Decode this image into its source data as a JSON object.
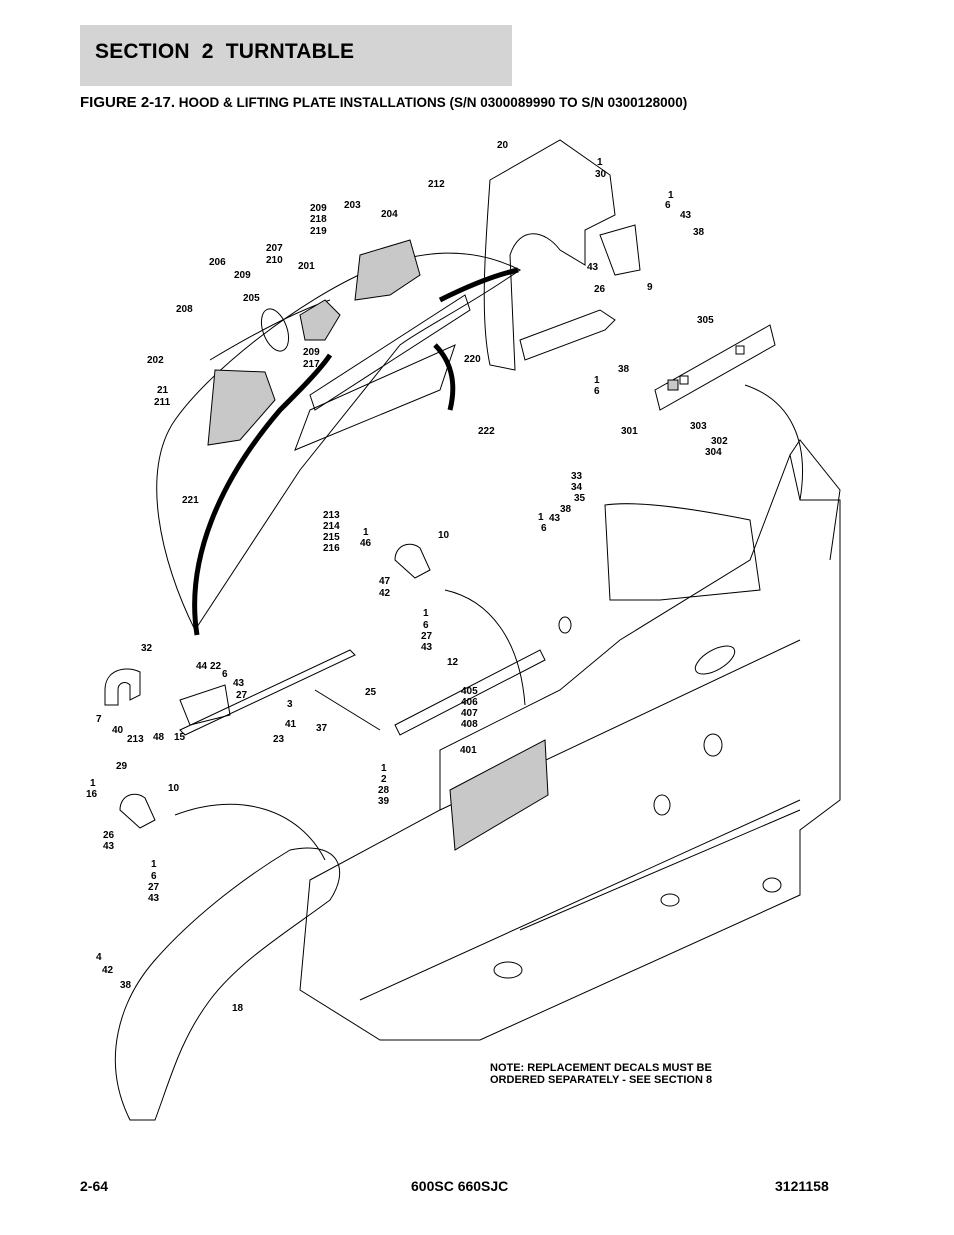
{
  "header": {
    "section_label": "SECTION 2   TURNTABLE",
    "figure_lead": "FIGURE 2-17.",
    "figure_title": "HOOD & LIFTING PLATE INSTALLATIONS (S/N 0300089990 TO S/N 0300128000)"
  },
  "note": {
    "line1": "NOTE: REPLACEMENT DECALS MUST BE",
    "line2": "ORDERED SEPARATELY - SEE SECTION 8"
  },
  "footer": {
    "page": "2-64",
    "model": "600SC 660SJC",
    "doc_number": "3121158"
  },
  "callouts": [
    "20",
    "1",
    "30",
    "1",
    "6",
    "43",
    "38",
    "43",
    "26",
    "9",
    "212",
    "209",
    "218",
    "219",
    "203",
    "204",
    "207",
    "210",
    "206",
    "209",
    "205",
    "208",
    "201",
    "202",
    "21",
    "211",
    "209",
    "217",
    "220",
    "222",
    "305",
    "38",
    "1",
    "6",
    "301",
    "303",
    "302",
    "304",
    "221",
    "213",
    "214",
    "215",
    "216",
    "33",
    "34",
    "35",
    "38",
    "1",
    "6",
    "43",
    "1",
    "46",
    "10",
    "47",
    "42",
    "1",
    "6",
    "27",
    "43",
    "32",
    "44",
    "22",
    "6",
    "43",
    "27",
    "3",
    "41",
    "23",
    "7",
    "40",
    "213",
    "48",
    "15",
    "25",
    "37",
    "12",
    "405",
    "406",
    "407",
    "408",
    "401",
    "29",
    "1",
    "2",
    "28",
    "39",
    "1",
    "16",
    "10",
    "26",
    "43",
    "1",
    "6",
    "27",
    "43",
    "4",
    "42",
    "38",
    "18"
  ]
}
